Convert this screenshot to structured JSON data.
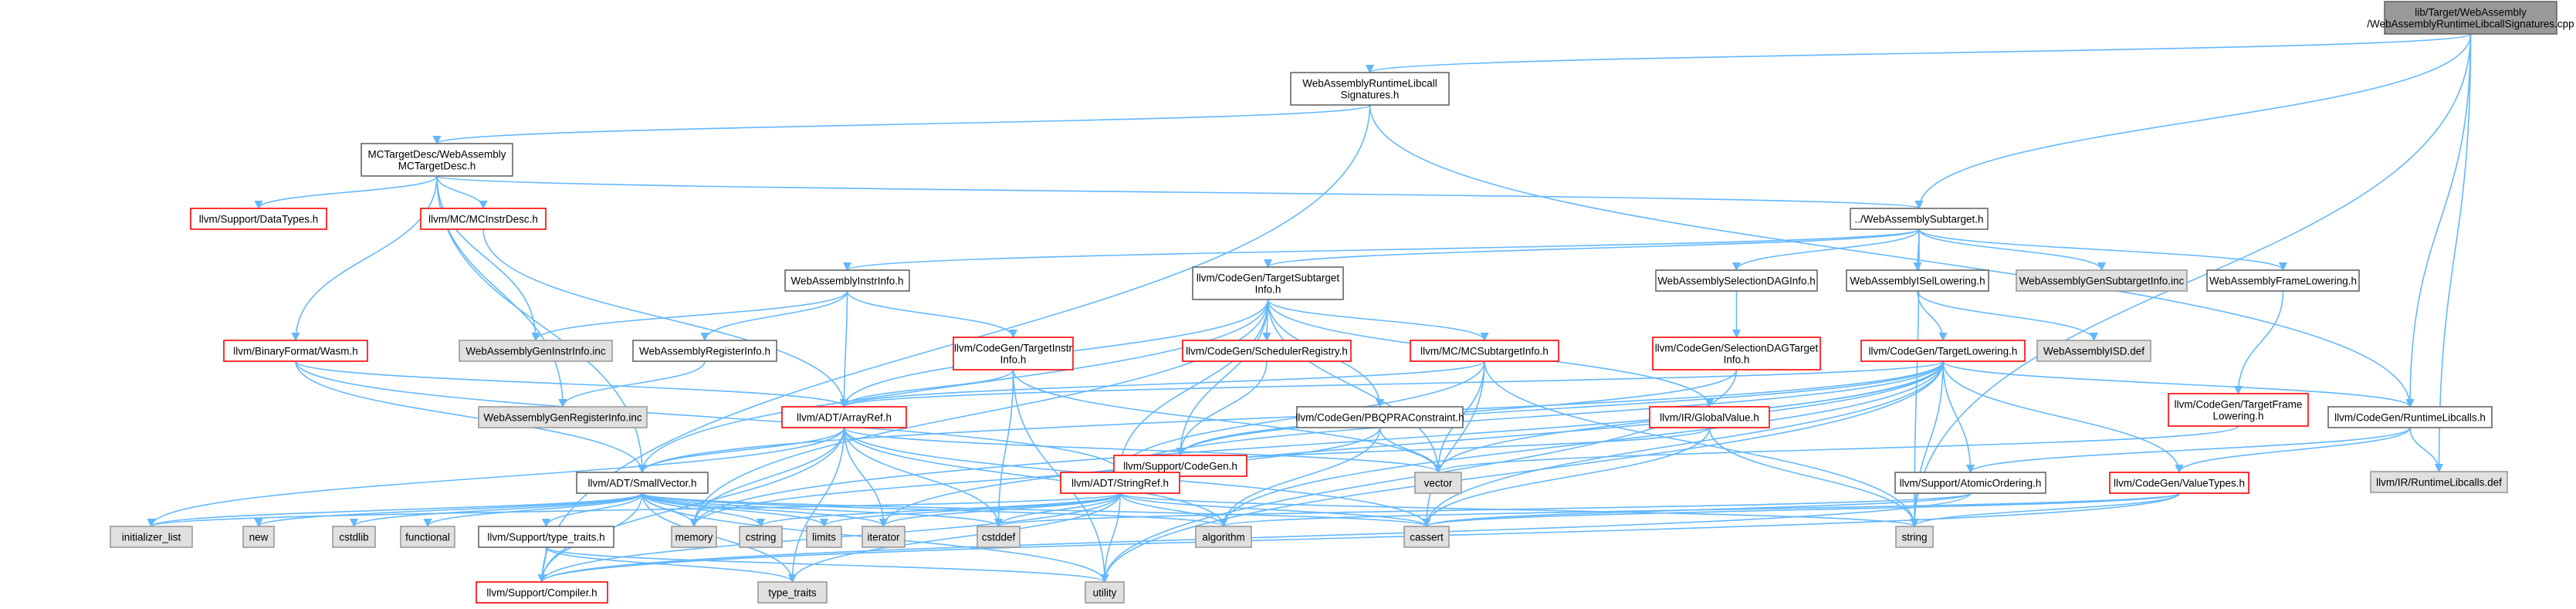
{
  "colors": {
    "edge": "#63b8ff",
    "root_fill": "#999999",
    "root_stroke": "#666666",
    "normal_fill": "#ffffff",
    "normal_stroke": "#666666",
    "truncated_fill": "#ffffff",
    "truncated_stroke": "#ff0000",
    "external_fill": "#e0e0e0",
    "external_stroke": "#999999"
  },
  "nodes": [
    {
      "id": "root",
      "kind": "root",
      "lines": [
        "lib/Target/WebAssembly",
        "/WebAssemblyRuntimeLibcallSignatures.cpp"
      ]
    },
    {
      "id": "rtlsig_h",
      "kind": "normal",
      "lines": [
        "WebAssemblyRuntimeLibcall",
        "Signatures.h"
      ]
    },
    {
      "id": "mctargetdesc",
      "kind": "normal",
      "lines": [
        "MCTargetDesc/WebAssembly",
        "MCTargetDesc.h"
      ]
    },
    {
      "id": "subtarget",
      "kind": "normal",
      "lines": [
        "../WebAssemblySubtarget.h"
      ]
    },
    {
      "id": "datatypes",
      "kind": "truncated",
      "lines": [
        "llvm/Support/DataTypes.h"
      ]
    },
    {
      "id": "mcinstrdesc",
      "kind": "truncated",
      "lines": [
        "llvm/MC/MCInstrDesc.h"
      ]
    },
    {
      "id": "wasm_h",
      "kind": "truncated",
      "lines": [
        "llvm/BinaryFormat/Wasm.h"
      ]
    },
    {
      "id": "instrinfo",
      "kind": "normal",
      "lines": [
        "WebAssemblyInstrInfo.h"
      ]
    },
    {
      "id": "tsubinfo",
      "kind": "normal",
      "lines": [
        "llvm/CodeGen/TargetSubtarget",
        "Info.h"
      ]
    },
    {
      "id": "seldaginfo",
      "kind": "normal",
      "lines": [
        "WebAssemblySelectionDAGInfo.h"
      ]
    },
    {
      "id": "isellowering",
      "kind": "normal",
      "lines": [
        "WebAssemblyISelLowering.h"
      ]
    },
    {
      "id": "gensubinfo",
      "kind": "external",
      "lines": [
        "WebAssemblyGenSubtargetInfo.inc"
      ]
    },
    {
      "id": "framelowering",
      "kind": "normal",
      "lines": [
        "WebAssemblyFrameLowering.h"
      ]
    },
    {
      "id": "geninstrinfo",
      "kind": "external",
      "lines": [
        "WebAssemblyGenInstrInfo.inc"
      ]
    },
    {
      "id": "reginfo",
      "kind": "normal",
      "lines": [
        "WebAssemblyRegisterInfo.h"
      ]
    },
    {
      "id": "tinstrinfo",
      "kind": "truncated",
      "lines": [
        "llvm/CodeGen/TargetInstr",
        "Info.h"
      ]
    },
    {
      "id": "schedreg",
      "kind": "truncated",
      "lines": [
        "llvm/CodeGen/SchedulerRegistry.h"
      ]
    },
    {
      "id": "mcsubinfo",
      "kind": "truncated",
      "lines": [
        "llvm/MC/MCSubtargetInfo.h"
      ]
    },
    {
      "id": "seldagtinfo",
      "kind": "truncated",
      "lines": [
        "llvm/CodeGen/SelectionDAGTarget",
        "Info.h"
      ]
    },
    {
      "id": "isd_def",
      "kind": "external",
      "lines": [
        "WebAssemblyISD.def"
      ]
    },
    {
      "id": "tlowering",
      "kind": "truncated",
      "lines": [
        "llvm/CodeGen/TargetLowering.h"
      ]
    },
    {
      "id": "tframelow",
      "kind": "truncated",
      "lines": [
        "llvm/CodeGen/TargetFrame",
        "Lowering.h"
      ]
    },
    {
      "id": "genreginfo",
      "kind": "external",
      "lines": [
        "WebAssemblyGenRegisterInfo.inc"
      ]
    },
    {
      "id": "arrayref",
      "kind": "truncated",
      "lines": [
        "llvm/ADT/ArrayRef.h"
      ]
    },
    {
      "id": "codegen_h",
      "kind": "truncated",
      "lines": [
        "llvm/Support/CodeGen.h"
      ]
    },
    {
      "id": "pbqp",
      "kind": "normal",
      "lines": [
        "llvm/CodeGen/PBQPRAConstraint.h"
      ]
    },
    {
      "id": "globalvalue",
      "kind": "truncated",
      "lines": [
        "llvm/IR/GlobalValue.h"
      ]
    },
    {
      "id": "rtlibcalls_h",
      "kind": "normal",
      "lines": [
        "llvm/CodeGen/RuntimeLibcalls.h"
      ]
    },
    {
      "id": "rtlibcalls_def",
      "kind": "external",
      "lines": [
        "llvm/IR/RuntimeLibcalls.def"
      ]
    },
    {
      "id": "smallvector",
      "kind": "normal",
      "lines": [
        "llvm/ADT/SmallVector.h"
      ]
    },
    {
      "id": "stringref",
      "kind": "truncated",
      "lines": [
        "llvm/ADT/StringRef.h"
      ]
    },
    {
      "id": "vector",
      "kind": "external",
      "lines": [
        "vector"
      ]
    },
    {
      "id": "atomicordering",
      "kind": "normal",
      "lines": [
        "llvm/Support/AtomicOrdering.h"
      ]
    },
    {
      "id": "valuetypes",
      "kind": "truncated",
      "lines": [
        "llvm/CodeGen/ValueTypes.h"
      ]
    },
    {
      "id": "init_list",
      "kind": "external",
      "lines": [
        "initializer_list"
      ]
    },
    {
      "id": "new_h",
      "kind": "external",
      "lines": [
        "new"
      ]
    },
    {
      "id": "cstdlib",
      "kind": "external",
      "lines": [
        "cstdlib"
      ]
    },
    {
      "id": "functional",
      "kind": "external",
      "lines": [
        "functional"
      ]
    },
    {
      "id": "typetraits_h",
      "kind": "normal",
      "lines": [
        "llvm/Support/type_traits.h"
      ]
    },
    {
      "id": "memory",
      "kind": "external",
      "lines": [
        "memory"
      ]
    },
    {
      "id": "cstring",
      "kind": "external",
      "lines": [
        "cstring"
      ]
    },
    {
      "id": "limits",
      "kind": "external",
      "lines": [
        "limits"
      ]
    },
    {
      "id": "iterator",
      "kind": "external",
      "lines": [
        "iterator"
      ]
    },
    {
      "id": "cstddef",
      "kind": "external",
      "lines": [
        "cstddef"
      ]
    },
    {
      "id": "algorithm",
      "kind": "external",
      "lines": [
        "algorithm"
      ]
    },
    {
      "id": "cassert",
      "kind": "external",
      "lines": [
        "cassert"
      ]
    },
    {
      "id": "string",
      "kind": "external",
      "lines": [
        "string"
      ]
    },
    {
      "id": "compiler_h",
      "kind": "truncated",
      "lines": [
        "llvm/Support/Compiler.h"
      ]
    },
    {
      "id": "type_traits",
      "kind": "external",
      "lines": [
        "type_traits"
      ]
    },
    {
      "id": "utility",
      "kind": "external",
      "lines": [
        "utility"
      ]
    }
  ],
  "edges": [
    [
      "root",
      "rtlsig_h"
    ],
    [
      "root",
      "subtarget"
    ],
    [
      "root",
      "rtlibcalls_h"
    ],
    [
      "root",
      "rtlibcalls_def"
    ],
    [
      "root",
      "string"
    ],
    [
      "rtlsig_h",
      "mctargetdesc"
    ],
    [
      "rtlsig_h",
      "rtlibcalls_h"
    ],
    [
      "rtlsig_h",
      "compiler_h"
    ],
    [
      "mctargetdesc",
      "datatypes"
    ],
    [
      "mctargetdesc",
      "mcinstrdesc"
    ],
    [
      "mctargetdesc",
      "wasm_h"
    ],
    [
      "mctargetdesc",
      "geninstrinfo"
    ],
    [
      "mctargetdesc",
      "genreginfo"
    ],
    [
      "mctargetdesc",
      "subtarget"
    ],
    [
      "mctargetdesc",
      "smallvector"
    ],
    [
      "mcinstrdesc",
      "arrayref"
    ],
    [
      "wasm_h",
      "arrayref"
    ],
    [
      "wasm_h",
      "smallvector"
    ],
    [
      "wasm_h",
      "stringref"
    ],
    [
      "subtarget",
      "instrinfo"
    ],
    [
      "subtarget",
      "tsubinfo"
    ],
    [
      "subtarget",
      "seldaginfo"
    ],
    [
      "subtarget",
      "isellowering"
    ],
    [
      "subtarget",
      "gensubinfo"
    ],
    [
      "subtarget",
      "framelowering"
    ],
    [
      "subtarget",
      "string"
    ],
    [
      "instrinfo",
      "geninstrinfo"
    ],
    [
      "instrinfo",
      "reginfo"
    ],
    [
      "instrinfo",
      "tinstrinfo"
    ],
    [
      "instrinfo",
      "arrayref"
    ],
    [
      "reginfo",
      "genreginfo"
    ],
    [
      "tsubinfo",
      "arrayref"
    ],
    [
      "tsubinfo",
      "smallvector"
    ],
    [
      "tsubinfo",
      "stringref"
    ],
    [
      "tsubinfo",
      "schedreg"
    ],
    [
      "tsubinfo",
      "mcsubinfo"
    ],
    [
      "tsubinfo",
      "codegen_h"
    ],
    [
      "tsubinfo",
      "pbqp"
    ],
    [
      "tsubinfo",
      "globalvalue"
    ],
    [
      "tsubinfo",
      "vector"
    ],
    [
      "tsubinfo",
      "memory"
    ],
    [
      "tinstrinfo",
      "arrayref"
    ],
    [
      "tinstrinfo",
      "cstddef"
    ],
    [
      "tinstrinfo",
      "utility"
    ],
    [
      "tinstrinfo",
      "vector"
    ],
    [
      "schedreg",
      "codegen_h"
    ],
    [
      "mcsubinfo",
      "arrayref"
    ],
    [
      "mcsubinfo",
      "stringref"
    ],
    [
      "mcsubinfo",
      "cassert"
    ],
    [
      "mcsubinfo",
      "string"
    ],
    [
      "mcsubinfo",
      "vector"
    ],
    [
      "seldaginfo",
      "seldagtinfo"
    ],
    [
      "seldagtinfo",
      "codegen_h"
    ],
    [
      "seldagtinfo",
      "utility"
    ],
    [
      "isellowering",
      "tlowering"
    ],
    [
      "isellowering",
      "isd_def"
    ],
    [
      "framelowering",
      "tframelow"
    ],
    [
      "tlowering",
      "arrayref"
    ],
    [
      "tlowering",
      "smallvector"
    ],
    [
      "tlowering",
      "stringref"
    ],
    [
      "tlowering",
      "codegen_h"
    ],
    [
      "tlowering",
      "rtlibcalls_h"
    ],
    [
      "tlowering",
      "valuetypes"
    ],
    [
      "tlowering",
      "atomicordering"
    ],
    [
      "tlowering",
      "algorithm"
    ],
    [
      "tlowering",
      "cassert"
    ],
    [
      "tlowering",
      "cstdint"
    ],
    [
      "tlowering",
      "iterator"
    ],
    [
      "tlowering",
      "string"
    ],
    [
      "tlowering",
      "utility"
    ],
    [
      "tlowering",
      "vector"
    ],
    [
      "tlowering",
      "memory"
    ],
    [
      "tframelow",
      "vector"
    ],
    [
      "pbqp",
      "algorithm"
    ],
    [
      "pbqp",
      "memory"
    ],
    [
      "pbqp",
      "vector"
    ],
    [
      "globalvalue",
      "stringref"
    ],
    [
      "globalvalue",
      "cassert"
    ],
    [
      "globalvalue",
      "string"
    ],
    [
      "rtlibcalls_h",
      "valuetypes"
    ],
    [
      "rtlibcalls_h",
      "rtlibcalls_def"
    ],
    [
      "rtlibcalls_h",
      "atomicordering"
    ],
    [
      "atomicordering",
      "compiler_h"
    ],
    [
      "atomicordering",
      "cstddef"
    ],
    [
      "atomicordering",
      "cassert"
    ],
    [
      "valuetypes",
      "cassert"
    ],
    [
      "valuetypes",
      "string"
    ],
    [
      "valuetypes",
      "compiler_h"
    ],
    [
      "valuetypes",
      "algorithm"
    ],
    [
      "arrayref",
      "smallvector"
    ],
    [
      "arrayref",
      "compiler_h"
    ],
    [
      "arrayref",
      "algorithm"
    ],
    [
      "arrayref",
      "cassert"
    ],
    [
      "arrayref",
      "cstddef"
    ],
    [
      "arrayref",
      "init_list"
    ],
    [
      "arrayref",
      "iterator"
    ],
    [
      "arrayref",
      "memory"
    ],
    [
      "arrayref",
      "type_traits"
    ],
    [
      "arrayref",
      "vector"
    ],
    [
      "smallvector",
      "compiler_h"
    ],
    [
      "smallvector",
      "typetraits_h"
    ],
    [
      "smallvector",
      "algorithm"
    ],
    [
      "smallvector",
      "cassert"
    ],
    [
      "smallvector",
      "cstddef"
    ],
    [
      "smallvector",
      "cstdlib"
    ],
    [
      "smallvector",
      "cstring"
    ],
    [
      "smallvector",
      "functional"
    ],
    [
      "smallvector",
      "init_list"
    ],
    [
      "smallvector",
      "iterator"
    ],
    [
      "smallvector",
      "limits"
    ],
    [
      "smallvector",
      "memory"
    ],
    [
      "smallvector",
      "new_h"
    ],
    [
      "smallvector",
      "type_traits"
    ],
    [
      "smallvector",
      "utility"
    ],
    [
      "stringref",
      "compiler_h"
    ],
    [
      "stringref",
      "algorithm"
    ],
    [
      "stringref",
      "cassert"
    ],
    [
      "stringref",
      "cstddef"
    ],
    [
      "stringref",
      "cstring"
    ],
    [
      "stringref",
      "iterator"
    ],
    [
      "stringref",
      "limits"
    ],
    [
      "stringref",
      "string"
    ],
    [
      "stringref",
      "type_traits"
    ],
    [
      "stringref",
      "utility"
    ],
    [
      "stringref",
      "init_list"
    ],
    [
      "typetraits_h",
      "compiler_h"
    ],
    [
      "typetraits_h",
      "type_traits"
    ],
    [
      "typetraits_h",
      "utility"
    ]
  ]
}
